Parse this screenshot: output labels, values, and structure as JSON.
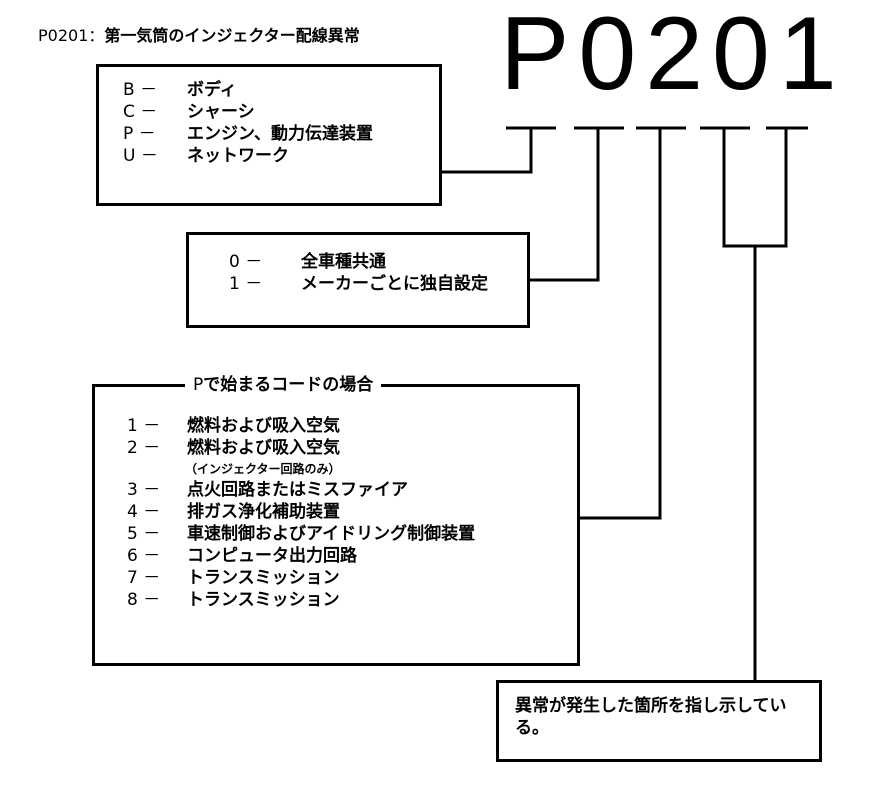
{
  "title": {
    "code": "P0201",
    "separator": "：",
    "description": "第一気筒のインジェクター配線異常"
  },
  "big_code": "P0201",
  "system_box": {
    "items": [
      {
        "letter": "B",
        "dash": "－",
        "label": "ボディ"
      },
      {
        "letter": "C",
        "dash": "－",
        "label": "シャーシ"
      },
      {
        "letter": "P",
        "dash": "－",
        "label": "エンジン、動力伝達装置"
      },
      {
        "letter": "U",
        "dash": "－",
        "label": "ネットワーク"
      }
    ]
  },
  "type_box": {
    "items": [
      {
        "digit": "0",
        "dash": "－",
        "label": "全車種共通"
      },
      {
        "digit": "1",
        "dash": "－",
        "label": "メーカーごとに独自設定"
      }
    ]
  },
  "subsystem_box": {
    "heading_letter": "P",
    "heading_text": "で始まるコードの場合",
    "items": [
      {
        "digit": "1",
        "dash": "－",
        "label": "燃料および吸入空気"
      },
      {
        "digit": "2",
        "dash": "－",
        "label": "燃料および吸入空気",
        "note": "（インジェクター回路のみ）"
      },
      {
        "digit": "3",
        "dash": "－",
        "label": "点火回路またはミスファイア"
      },
      {
        "digit": "4",
        "dash": "－",
        "label": "排ガス浄化補助装置"
      },
      {
        "digit": "5",
        "dash": "－",
        "label": "車速制御およびアイドリング制御装置"
      },
      {
        "digit": "6",
        "dash": "－",
        "label": "コンピュータ出力回路"
      },
      {
        "digit": "7",
        "dash": "－",
        "label": "トランスミッション"
      },
      {
        "digit": "8",
        "dash": "－",
        "label": "トランスミッション"
      }
    ]
  },
  "fault_box": {
    "text": "異常が発生した箇所を指し示している。"
  }
}
